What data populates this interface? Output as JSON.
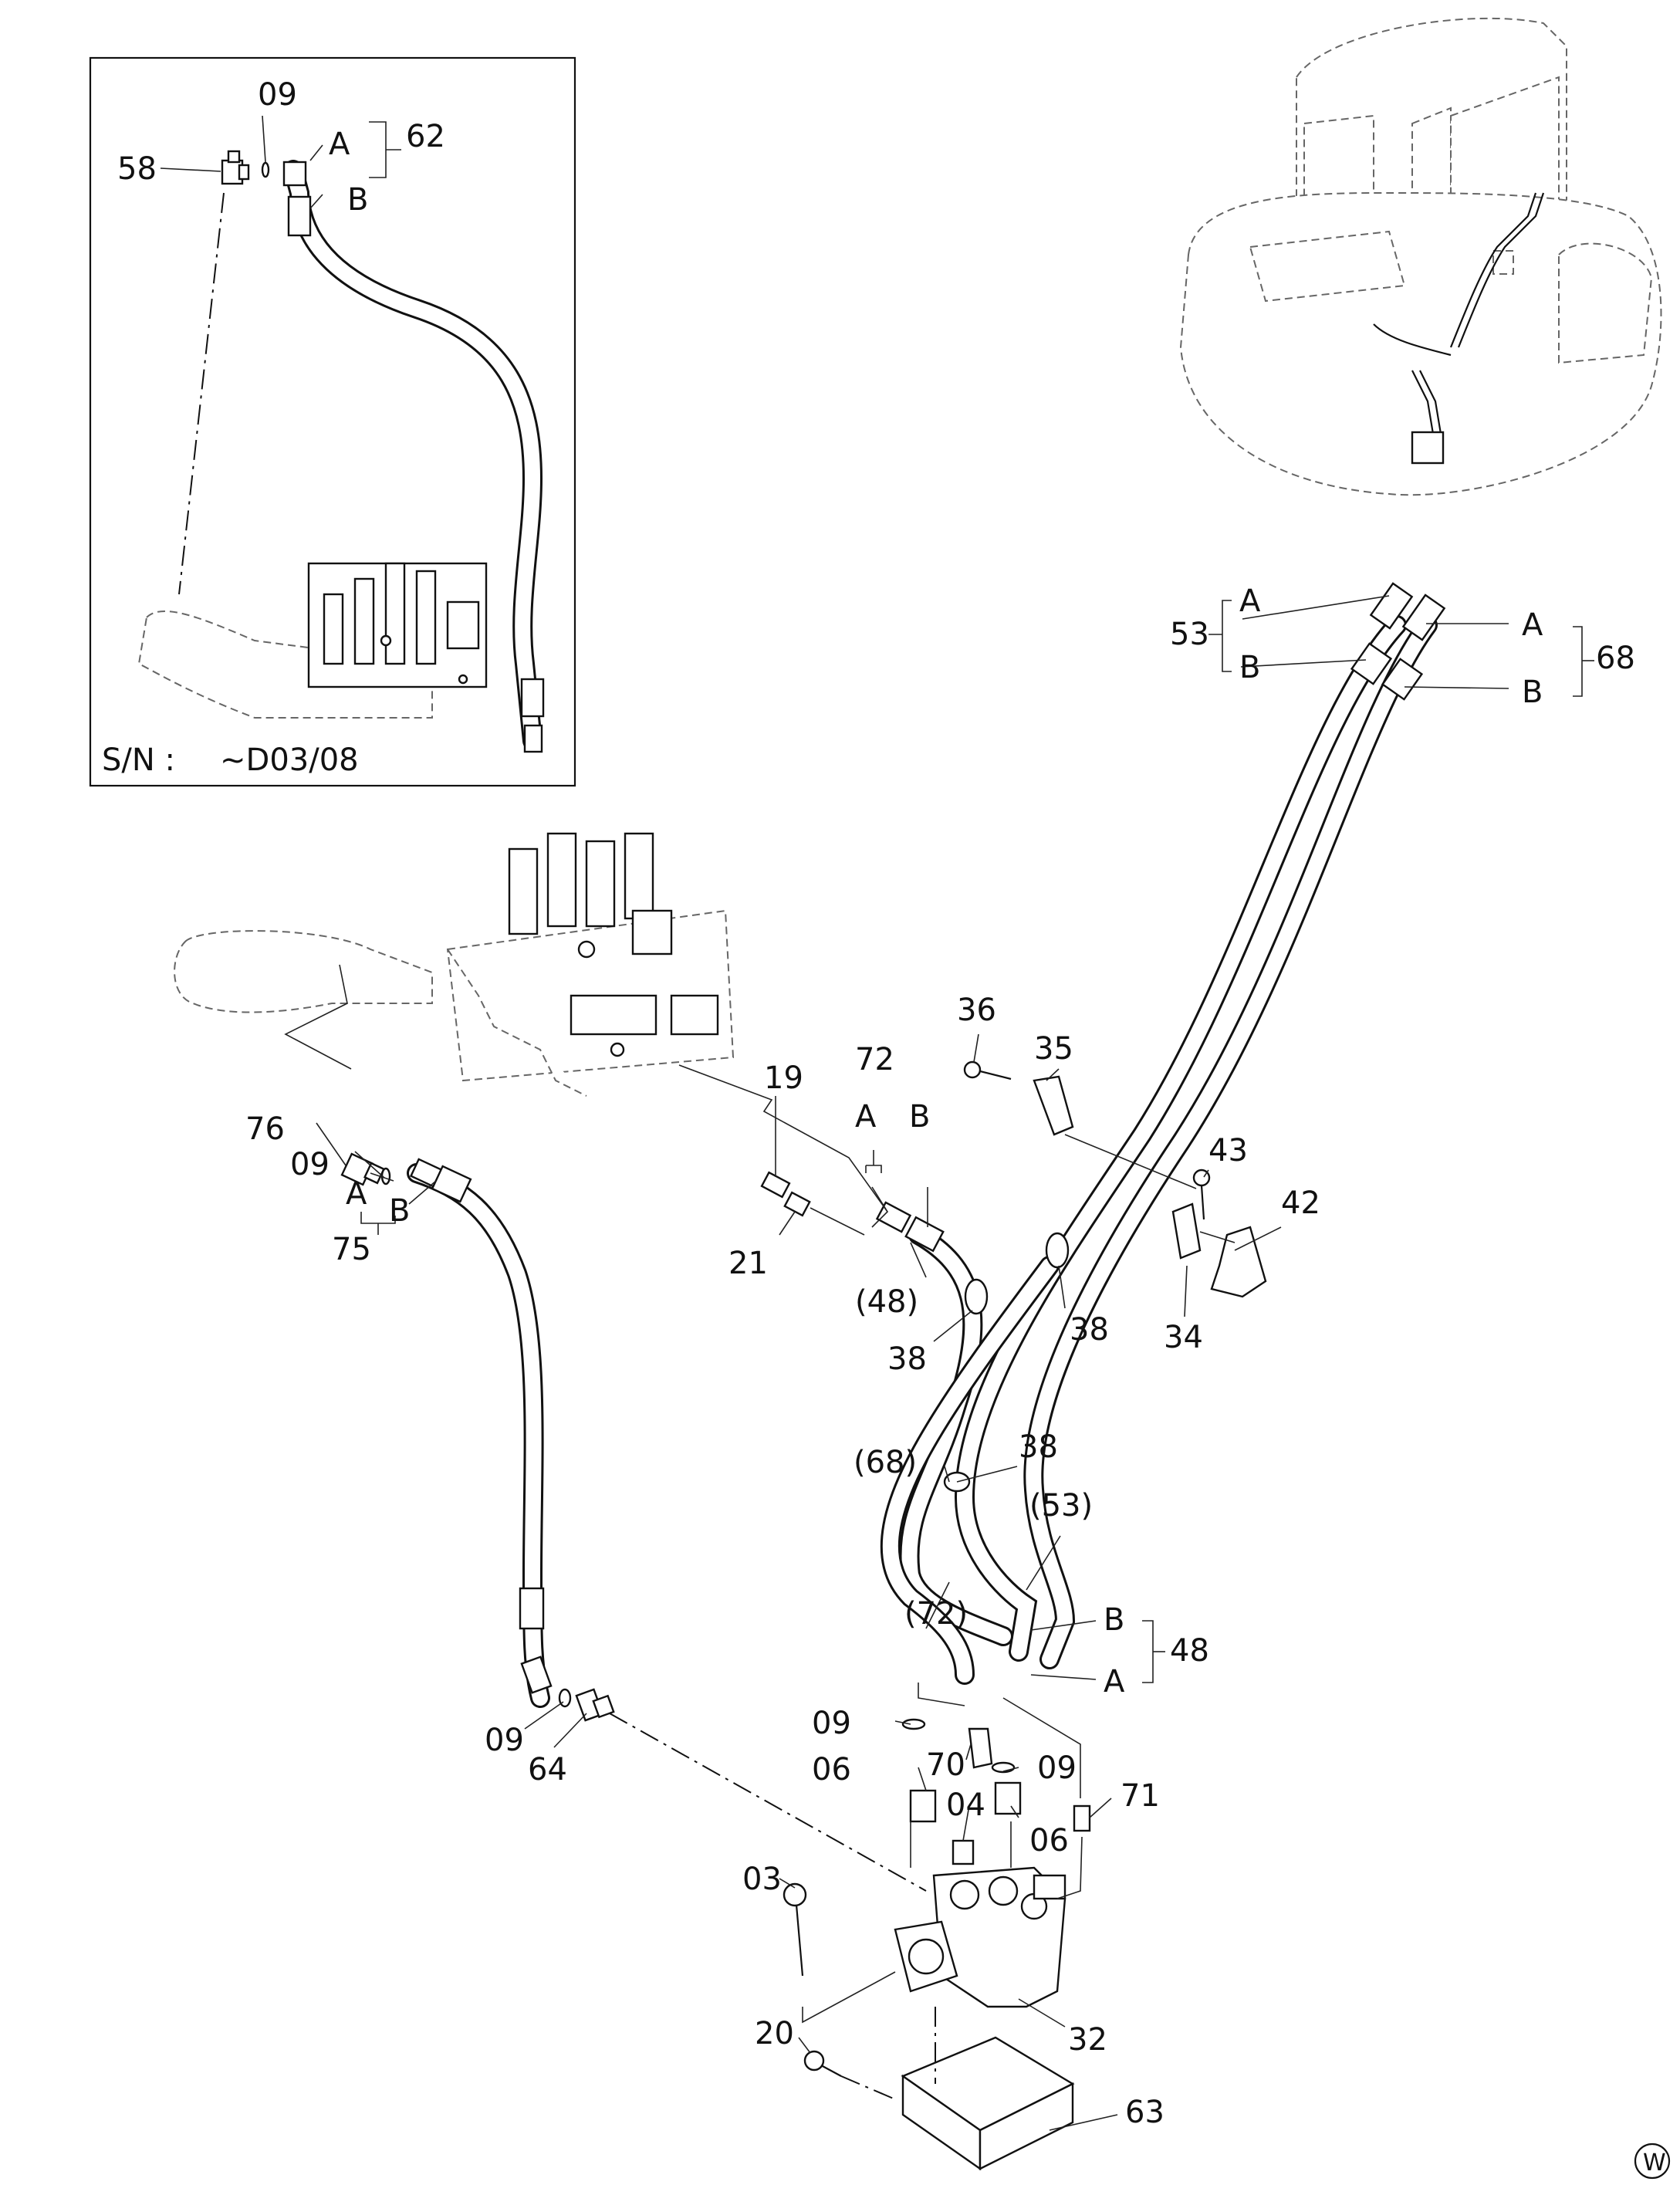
{
  "figure": {
    "inset": {
      "serial_label": "S/N :",
      "serial_value": "~D03/08",
      "labels": {
        "l09": "09",
        "l58": "58",
        "lA": "A",
        "lB": "B",
        "l62": "62"
      }
    },
    "labels": {
      "l53": "53",
      "l53A": "A",
      "l53B": "B",
      "l68": "68",
      "l68A": "A",
      "l68B": "B",
      "l36": "36",
      "l35": "35",
      "l43": "43",
      "l42": "42",
      "l34": "34",
      "l38a": "38",
      "l38b": "38",
      "l38c": "38",
      "l19": "19",
      "l72": "72",
      "l72A": "A",
      "l72B": "B",
      "l21": "21",
      "l48p": "(48)",
      "l76": "76",
      "l09a": "09",
      "l75A": "A",
      "l75B": "B",
      "l75": "75",
      "l68p": "(68)",
      "l53p": "(53)",
      "l72p": "(72)",
      "l48B": "B",
      "l48A": "A",
      "l48": "48",
      "l09b": "09",
      "l09c": "09",
      "l09d": "09",
      "l06a": "06",
      "l06b": "06",
      "l70": "70",
      "l04": "04",
      "l71": "71",
      "l64": "64",
      "l03": "03",
      "l20": "20",
      "l32": "32",
      "l63": "63",
      "wmark": "W"
    }
  }
}
